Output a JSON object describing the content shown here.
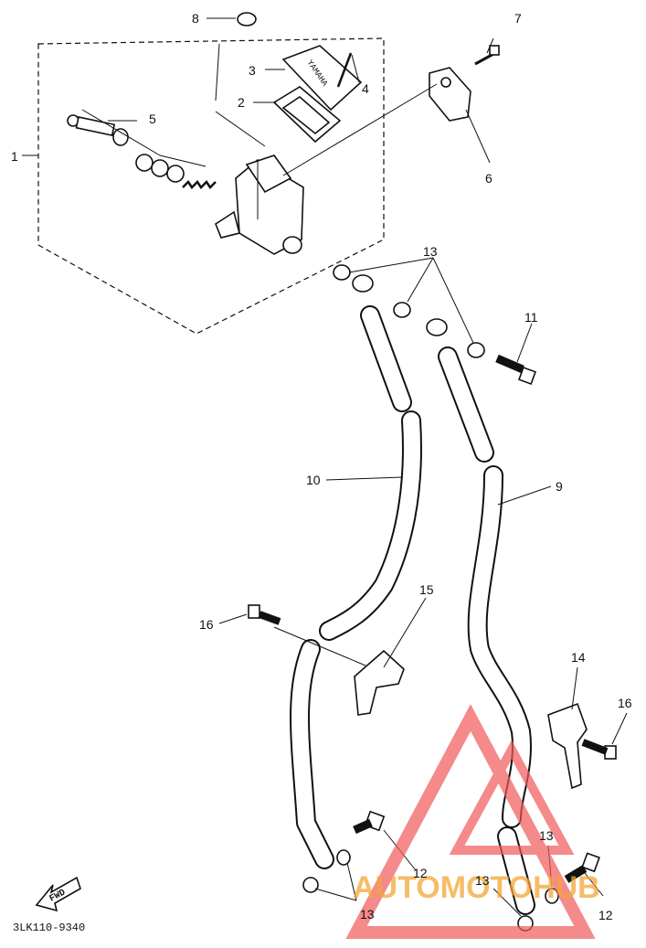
{
  "diagram": {
    "code": "3LK110-9340",
    "fwd_label": "FWD",
    "cap_text": "YAMAHA",
    "callouts": {
      "c1": "1",
      "c2": "2",
      "c3": "3",
      "c4": "4",
      "c5": "5",
      "c6": "6",
      "c7": "7",
      "c8": "8",
      "c9": "9",
      "c10": "10",
      "c11": "11",
      "c12a": "12",
      "c12b": "12",
      "c13a": "13",
      "c13b": "13",
      "c13c": "13",
      "c13d": "13",
      "c14": "14",
      "c15": "15",
      "c16a": "16",
      "c16b": "16"
    }
  },
  "watermark": {
    "text": "AUTOMOTOHUB",
    "colors": {
      "red": "#f05a5a",
      "orange": "#f4a636",
      "gray": "#8a8a8a"
    }
  }
}
